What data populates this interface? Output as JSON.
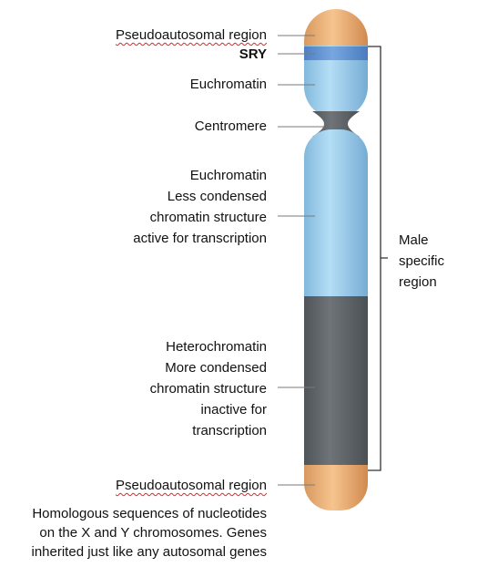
{
  "labels": {
    "pseudo_top": "Pseudoautosomal region",
    "sry": "SRY",
    "euchromatin_top": "Euchromatin",
    "centromere": "Centromere",
    "euchromatin": [
      "Euchromatin",
      "Less condensed",
      "chromatin structure",
      "active for transcription"
    ],
    "heterochromatin": [
      "Heterochromatin",
      "More condensed",
      "chromatin structure",
      "inactive for",
      "transcription"
    ],
    "pseudo_bottom": "Pseudoautosomal region",
    "homologous": [
      "Homologous sequences of nucleotides",
      "on the X and Y chromosomes.  Genes",
      "inherited just like any autosomal genes"
    ]
  },
  "bracket_label": [
    "Male",
    "specific",
    "region"
  ],
  "colors": {
    "pseudoautosomal": "#f0b47e",
    "euchromatin": "#9fd0ef",
    "sry_band": "#5b8fd4",
    "heterochromatin": "#5f6569",
    "leader": "#7a7a7a"
  }
}
